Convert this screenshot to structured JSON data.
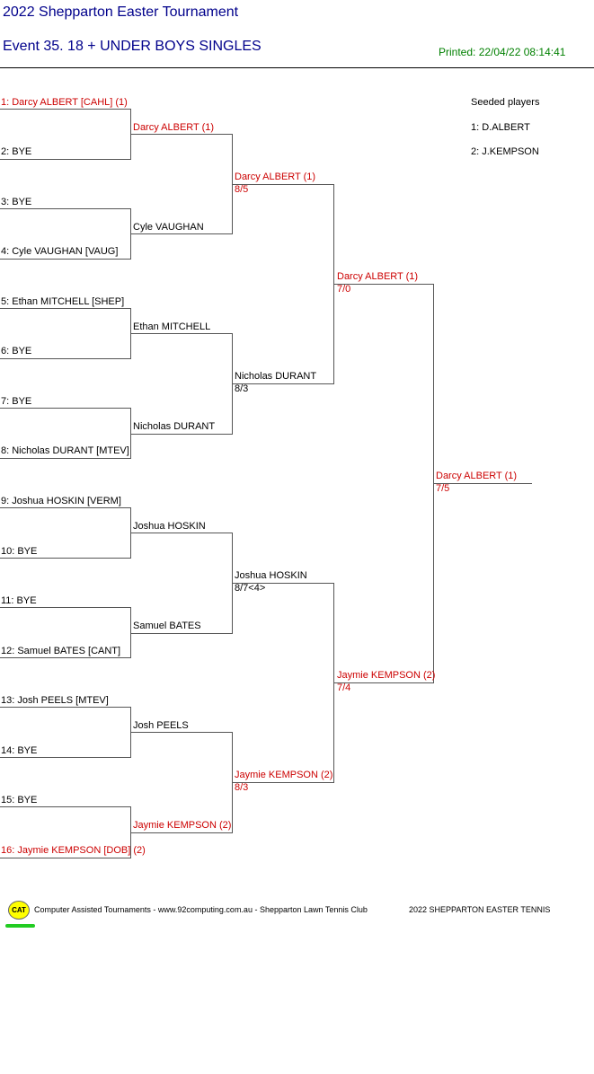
{
  "header": {
    "tournament_title": "2022 Shepparton Easter Tournament",
    "event_title": "Event 35. 18 + UNDER BOYS SINGLES",
    "printed": "Printed: 22/04/22 08:14:41"
  },
  "seeds": {
    "heading": "Seeded players",
    "list": [
      "1: D.ALBERT",
      "2: J.KEMPSON"
    ]
  },
  "draw": {
    "round1": [
      "1: Darcy ALBERT [CAHL] (1)",
      "2: BYE",
      "3: BYE",
      "4: Cyle VAUGHAN [VAUG]",
      "5: Ethan MITCHELL [SHEP]",
      "6: BYE",
      "7: BYE",
      "8: Nicholas DURANT [MTEV]",
      "9: Joshua HOSKIN [VERM]",
      "10: BYE",
      "11: BYE",
      "12: Samuel BATES [CANT]",
      "13: Josh PEELS [MTEV]",
      "14: BYE",
      "15: BYE",
      "16: Jaymie KEMPSON [DOB] (2)"
    ],
    "round2": [
      "Darcy ALBERT (1)",
      "Cyle VAUGHAN",
      "Ethan MITCHELL",
      "Nicholas DURANT",
      "Joshua HOSKIN",
      "Samuel BATES",
      "Josh PEELS",
      "Jaymie KEMPSON (2)"
    ],
    "round3": [
      {
        "name": "Darcy ALBERT (1)",
        "score": "8/5"
      },
      {
        "name": "Nicholas DURANT",
        "score": "8/3"
      },
      {
        "name": "Joshua HOSKIN",
        "score": "8/7<4>"
      },
      {
        "name": "Jaymie KEMPSON (2)",
        "score": "8/3"
      }
    ],
    "round4": [
      {
        "name": "Darcy ALBERT (1)",
        "score": "7/0"
      },
      {
        "name": "Jaymie KEMPSON (2)",
        "score": "7/4"
      }
    ],
    "final": {
      "name": "Darcy ALBERT (1)",
      "score": "7/5"
    }
  },
  "footer": {
    "logo_text": "CAT",
    "credits": "Computer Assisted Tournaments - www.92computing.com.au -  Shepparton Lawn Tennis Club",
    "right_text": "2022 SHEPPARTON EASTER TENNIS"
  },
  "colors": {
    "title": "#00008b",
    "printed": "#008000",
    "seeded_red": "#cc0000"
  }
}
